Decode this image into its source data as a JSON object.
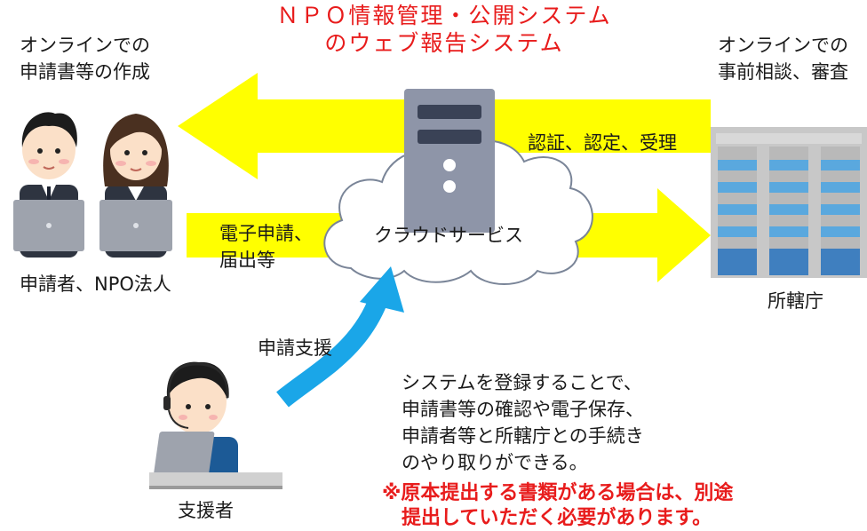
{
  "title": {
    "line1": "ＮＰＯ情報管理・公開システム",
    "line2": "のウェブ報告システム"
  },
  "left_caption": {
    "line1": "オンラインでの",
    "line2": "申請書等の作成"
  },
  "right_caption": {
    "line1": "オンラインでの",
    "line2": "事前相談、審査"
  },
  "arrows": {
    "top_label": "認証、認定、受理",
    "bottom_label_1": "電子申請、",
    "bottom_label_2": "届出等",
    "support_label": "申請支援"
  },
  "cloud_label": "クラウドサービス",
  "applicants_label": "申請者、NPO法人",
  "agency_label": "所轄庁",
  "supporter_label": "支援者",
  "note": {
    "line1": "システムを登録することで、",
    "line2": "申請書等の確認や電子保存、",
    "line3": "申請者等と所轄庁との手続き",
    "line4": "のやり取りができる。"
  },
  "warning": {
    "line1": "※原本提出する書類がある場合は、別途",
    "line2": "提出していただく必要があります。"
  },
  "colors": {
    "arrow_yellow": "#ffff00",
    "support_arrow": "#1aa6e8",
    "title_red": "#e81c1c",
    "server_gray": "#8e95a8",
    "building_gray": "#c8c8c8",
    "window_blue": "#5aa8de"
  }
}
